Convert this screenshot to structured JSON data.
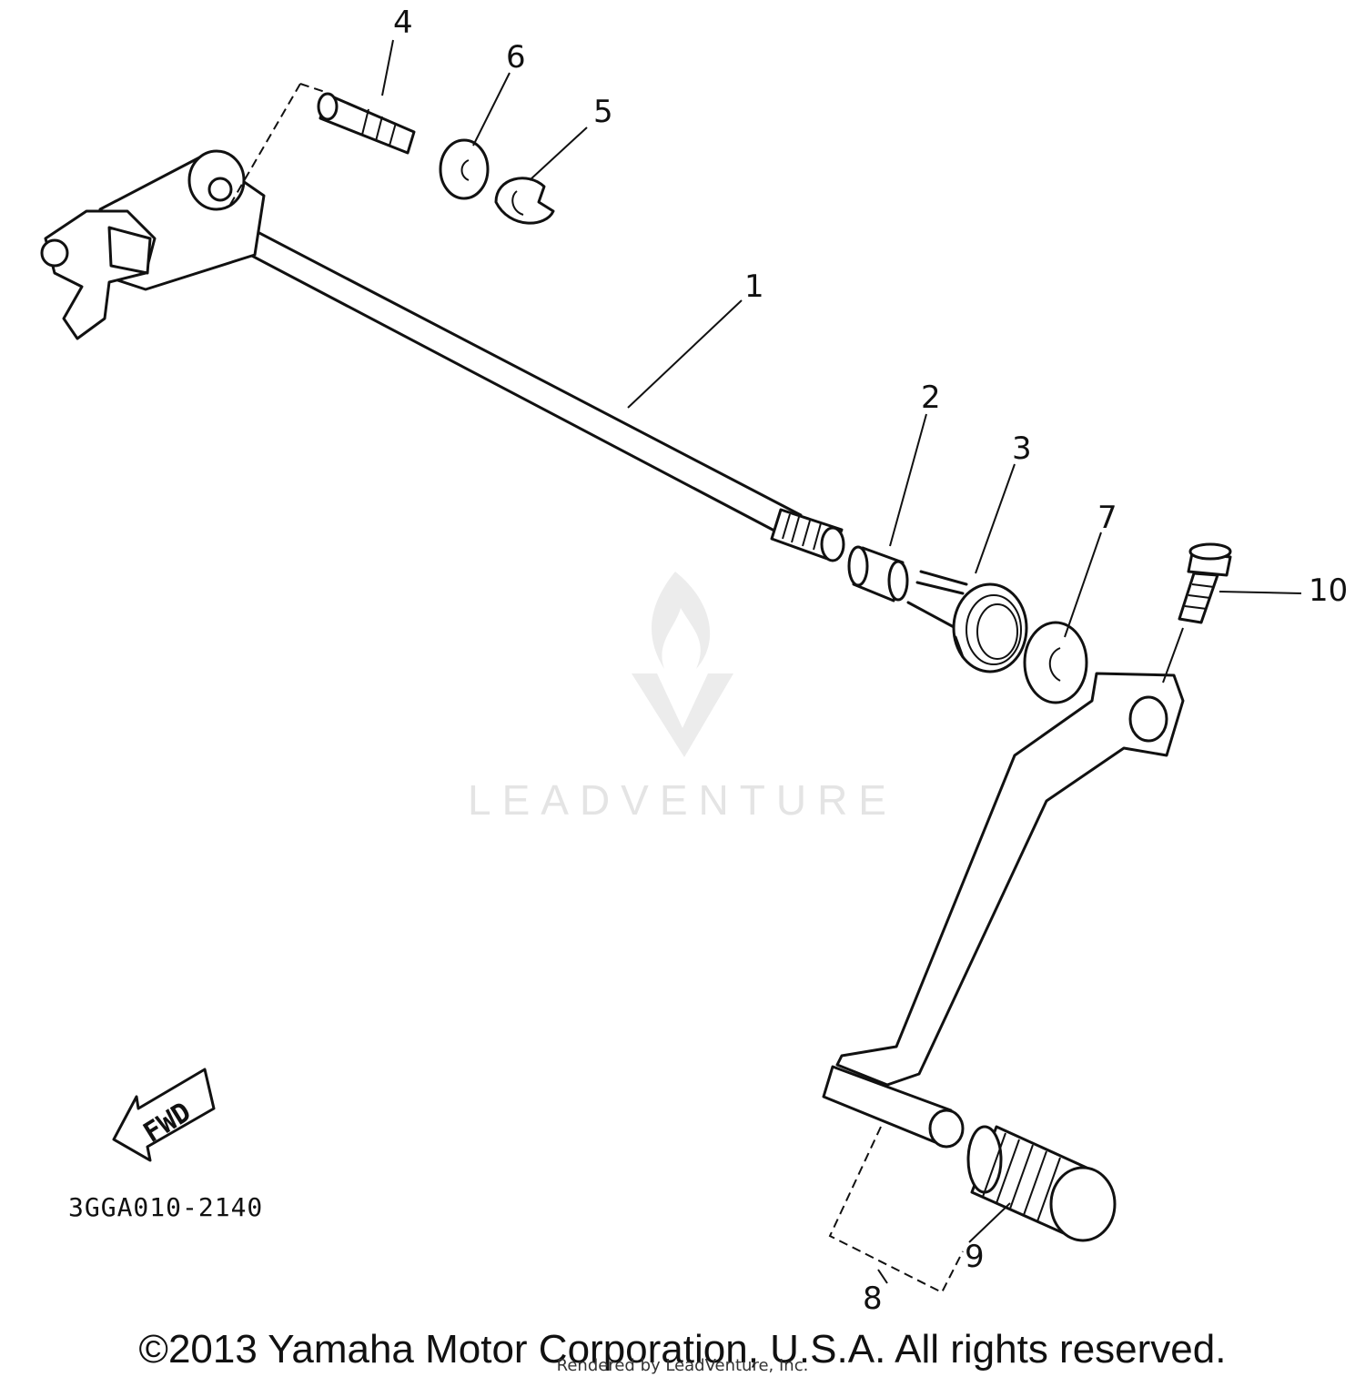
{
  "diagram": {
    "callouts": [
      {
        "id": "1",
        "label": "1"
      },
      {
        "id": "2",
        "label": "2"
      },
      {
        "id": "3",
        "label": "3"
      },
      {
        "id": "4",
        "label": "4"
      },
      {
        "id": "5",
        "label": "5"
      },
      {
        "id": "6",
        "label": "6"
      },
      {
        "id": "7",
        "label": "7"
      },
      {
        "id": "8",
        "label": "8"
      },
      {
        "id": "9",
        "label": "9"
      },
      {
        "id": "10",
        "label": "10"
      }
    ],
    "fwd_label": "FWD",
    "diagram_code": "3GGA010-2140"
  },
  "watermark": {
    "text": "LEADVENTURE",
    "color": "#e4e4e4"
  },
  "footer": {
    "copyright": "©2013 Yamaha Motor Corporation, U.S.A. All rights reserved.",
    "rendered_by": "Rendered by LeadVenture, Inc."
  }
}
